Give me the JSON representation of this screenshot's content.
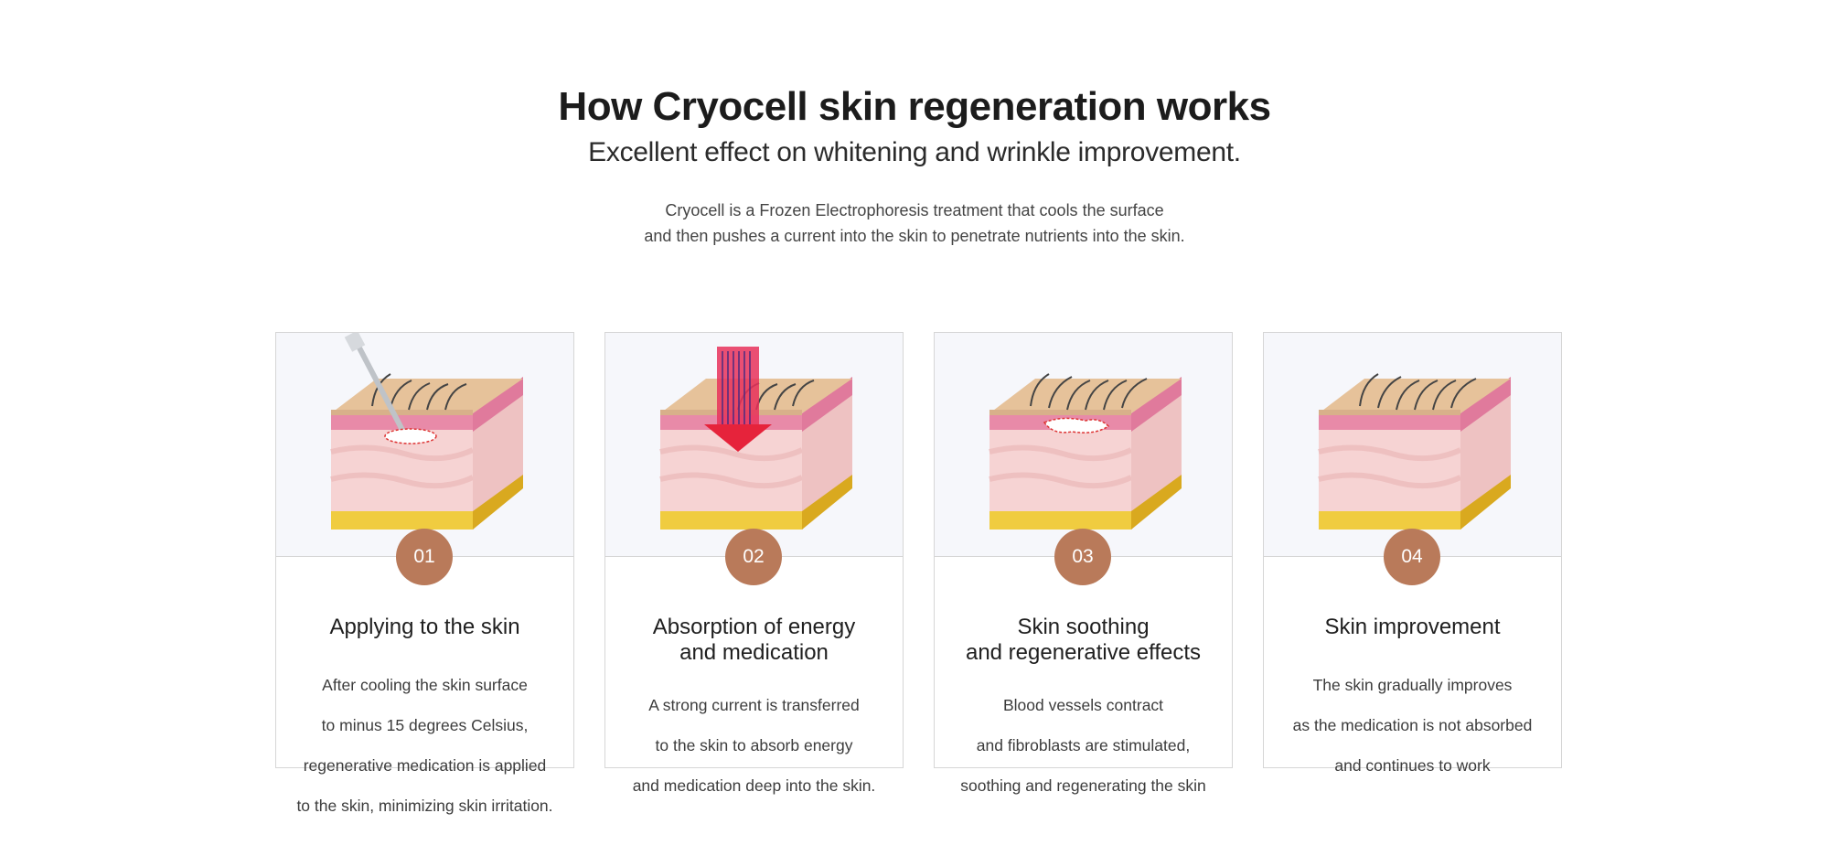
{
  "header": {
    "title": "How Cryocell skin regeneration works",
    "subtitle": "Excellent effect on whitening and wrinkle improvement.",
    "description_lines": [
      "Cryocell is a Frozen Electrophoresis treatment that cools the surface",
      "and then pushes a current into the skin to penetrate nutrients into the skin."
    ]
  },
  "colors": {
    "badge": "#b97a5a",
    "card_border": "#d6d6d6",
    "image_bg": "#f6f7fb"
  },
  "steps": [
    {
      "number": "01",
      "title_lines": [
        "Applying to the skin"
      ],
      "text_lines": [
        "After cooling the skin surface",
        "to minus 15 degrees Celsius,",
        "regenerative medication is applied",
        "to the skin, minimizing skin irritation."
      ],
      "illustration": "skin-layers-with-applicator-icon"
    },
    {
      "number": "02",
      "title_lines": [
        "Absorption of energy",
        "and medication"
      ],
      "text_lines": [
        "A strong current is transferred",
        "to the skin to absorb energy",
        "and medication deep into the skin."
      ],
      "illustration": "skin-layers-with-energy-arrow-icon"
    },
    {
      "number": "03",
      "title_lines": [
        "Skin soothing",
        "and regenerative effects"
      ],
      "text_lines": [
        "Blood vessels contract",
        "and fibroblasts are stimulated,",
        "soothing and regenerating the skin"
      ],
      "illustration": "skin-layers-with-regeneration-icon"
    },
    {
      "number": "04",
      "title_lines": [
        "Skin improvement"
      ],
      "text_lines": [
        "The skin gradually improves",
        "as the medication is not absorbed",
        "and continues to work"
      ],
      "illustration": "skin-layers-improved-icon"
    }
  ]
}
